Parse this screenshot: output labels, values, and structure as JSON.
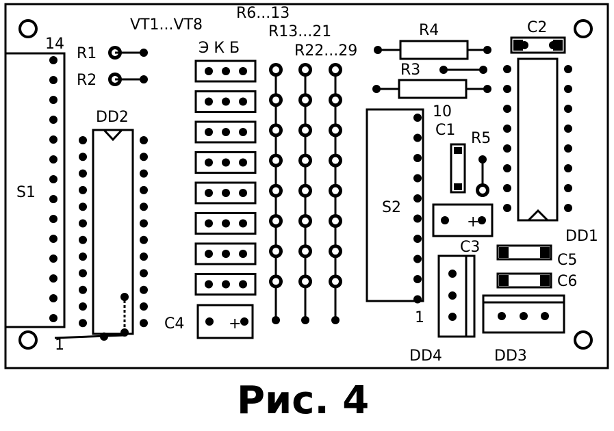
{
  "figure": {
    "caption": "Рис. 4"
  },
  "labels": {
    "S1": "S1",
    "S2": "S2",
    "DD1": "DD1",
    "DD2": "DD2",
    "DD3": "DD3",
    "DD4": "DD4",
    "R1": "R1",
    "R2": "R2",
    "R3": "R3",
    "R4": "R4",
    "R5": "R5",
    "C1": "C1",
    "C2": "C2",
    "C3": "C3",
    "C4": "C4",
    "C5": "C5",
    "C6": "C6",
    "VT": "VT1...VT8",
    "EKB": "Э К Б",
    "R6_13": "R6...13",
    "R13_21": "R13...21",
    "R22_29": "R22...29",
    "pin14": "14",
    "pin1_left": "1",
    "pin10": "10",
    "pin1_s2": "1",
    "plus_c4": "+",
    "plus_c3": "+"
  }
}
